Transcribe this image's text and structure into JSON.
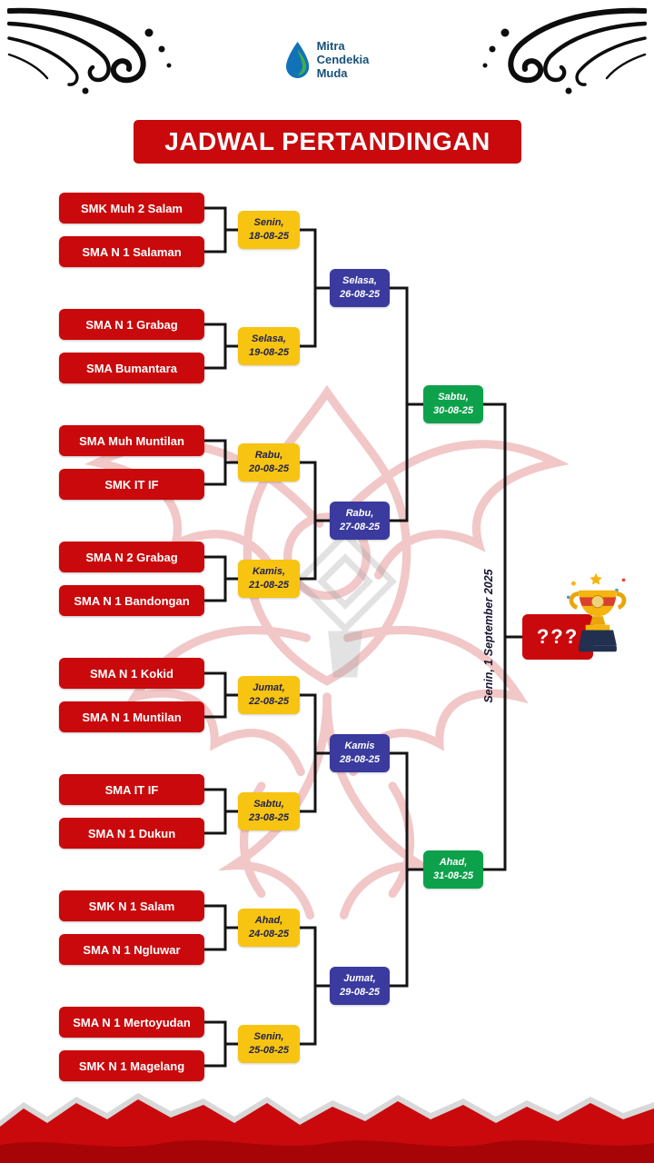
{
  "header": {
    "logo": {
      "lines": [
        "Mitra",
        "Cendekia",
        "Muda"
      ]
    },
    "title": "JADWAL PERTANDINGAN"
  },
  "bracket": {
    "teams": [
      "SMK Muh 2 Salam",
      "SMA N 1 Salaman",
      "SMA N 1 Grabag",
      "SMA Bumantara",
      "SMA Muh Muntilan",
      "SMK IT IF",
      "SMA N 2 Grabag",
      "SMA N 1 Bandongan",
      "SMA N 1 Kokid",
      "SMA N 1 Muntilan",
      "SMA IT IF",
      "SMA N 1 Dukun",
      "SMK N 1 Salam",
      "SMA N 1 Ngluwar",
      "SMA N 1 Mertoyudan",
      "SMK N 1 Magelang"
    ],
    "round1": [
      {
        "day": "Senin,",
        "date": "18-08-25"
      },
      {
        "day": "Selasa,",
        "date": "19-08-25"
      },
      {
        "day": "Rabu,",
        "date": "20-08-25"
      },
      {
        "day": "Kamis,",
        "date": "21-08-25"
      },
      {
        "day": "Jumat,",
        "date": "22-08-25"
      },
      {
        "day": "Sabtu,",
        "date": "23-08-25"
      },
      {
        "day": "Ahad,",
        "date": "24-08-25"
      },
      {
        "day": "Senin,",
        "date": "25-08-25"
      }
    ],
    "quarterfinals": [
      {
        "day": "Selasa,",
        "date": "26-08-25"
      },
      {
        "day": "Rabu,",
        "date": "27-08-25"
      },
      {
        "day": "Kamis",
        "date": "28-08-25"
      },
      {
        "day": "Jumat,",
        "date": "29-08-25"
      }
    ],
    "semifinals": [
      {
        "day": "Sabtu,",
        "date": "30-08-25"
      },
      {
        "day": "Ahad,",
        "date": "31-08-25"
      }
    ],
    "final": {
      "date_label": "Senin, 1 September 2025",
      "winner_placeholder": "???"
    }
  },
  "colors": {
    "primary_red": "#c9090c",
    "accent_yellow": "#f7c411",
    "accent_blue": "#3a3a9f",
    "accent_green": "#0ea14c"
  },
  "icons": {
    "logo": "water-drop-icon",
    "champion": "trophy-icon"
  }
}
